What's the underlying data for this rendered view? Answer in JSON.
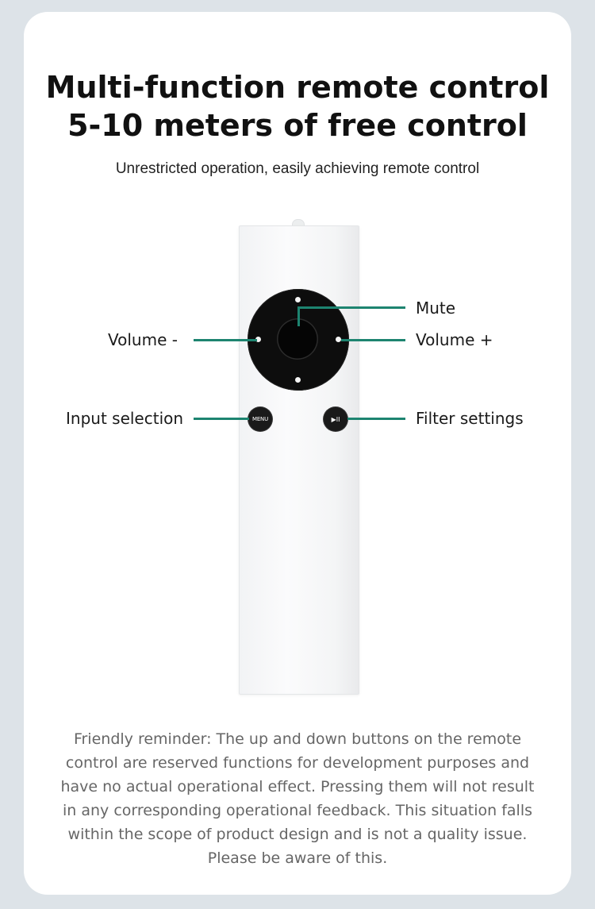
{
  "title_line1": "Multi-function remote control",
  "title_line2": "5-10 meters of free control",
  "subtitle": "Unrestricted operation, easily achieving remote control",
  "remote": {
    "menu_button": "MENU",
    "play_pause_button": "▶II"
  },
  "callouts": {
    "mute": "Mute",
    "volume_down": "Volume -",
    "volume_up": "Volume +",
    "input_selection": "Input selection",
    "filter_settings": "Filter settings"
  },
  "reminder": "Friendly reminder: The up and down buttons on the remote control are reserved functions for development purposes and have no actual operational effect. Pressing them will not result in any corresponding operational feedback. This situation falls within the scope of product design and is not a quality issue. Please be aware of this.",
  "colors": {
    "background": "#dde3e8",
    "card": "#ffffff",
    "callout_line": "#1d8470"
  }
}
